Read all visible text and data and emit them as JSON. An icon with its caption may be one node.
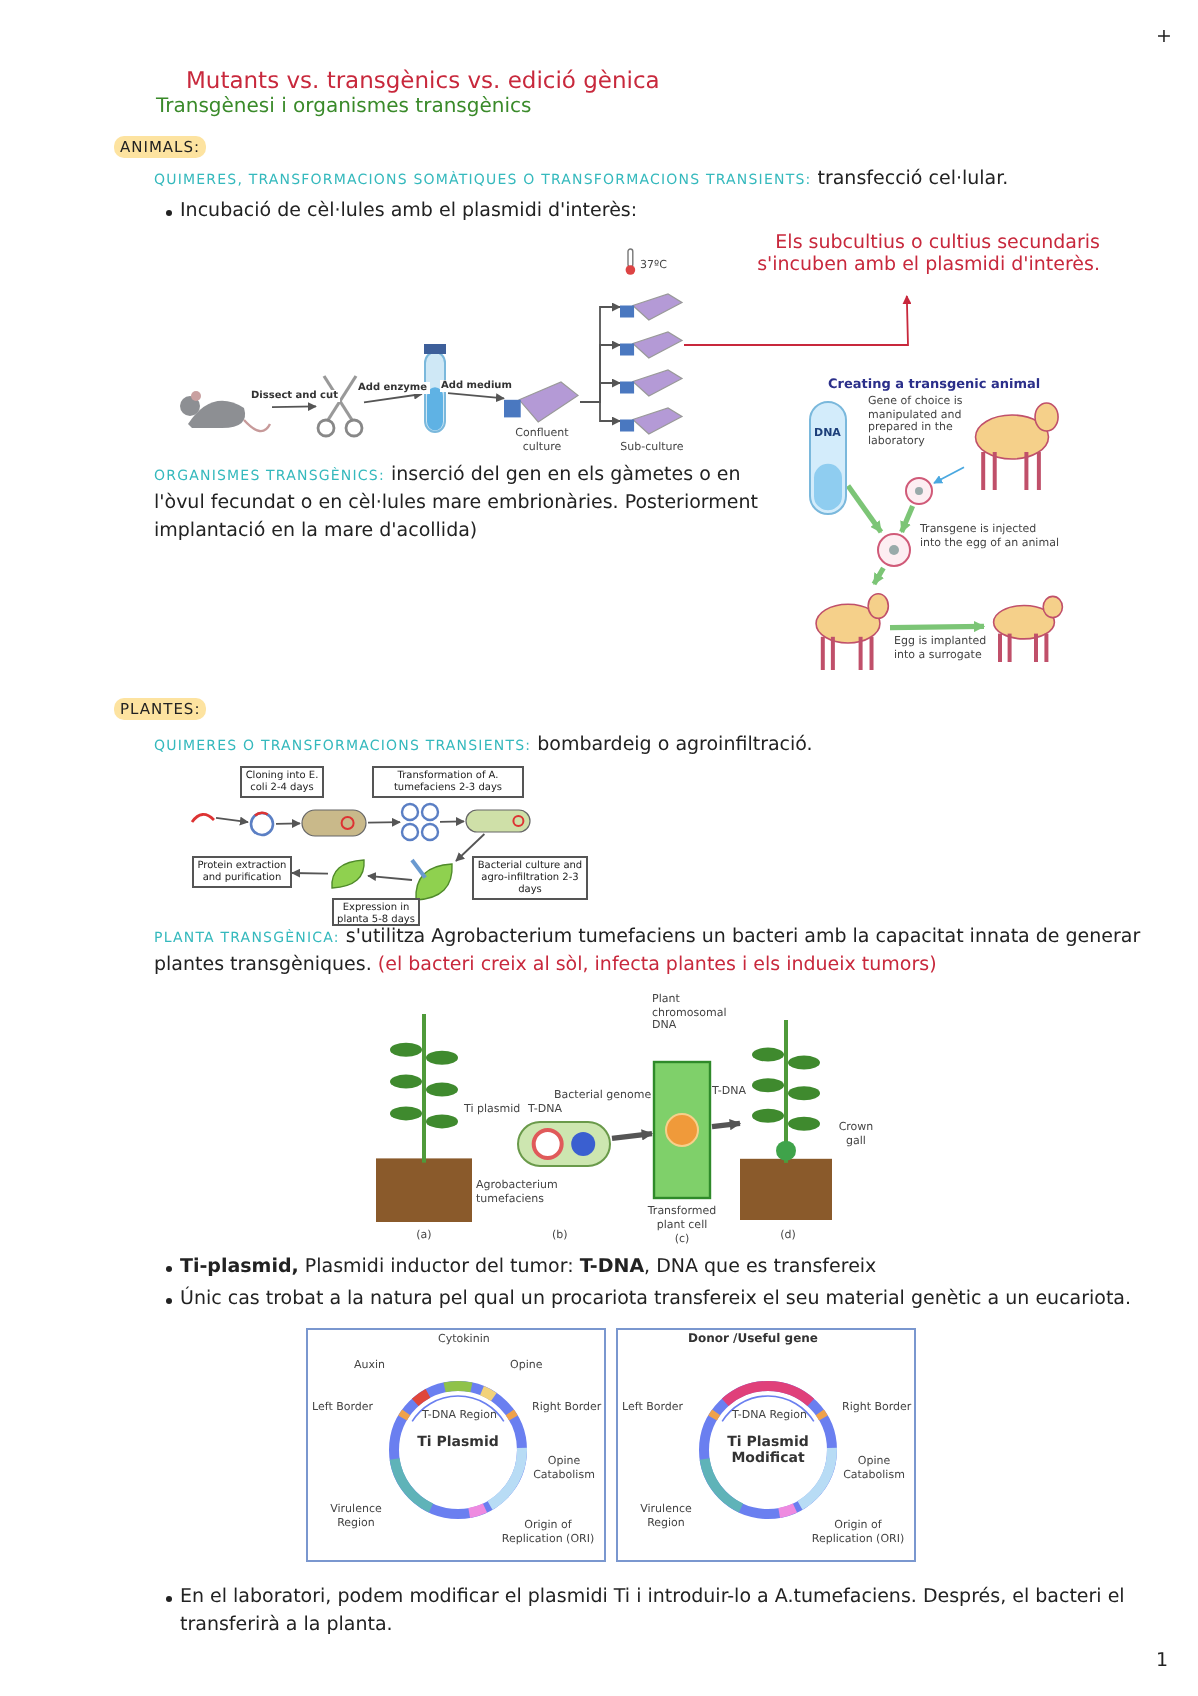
{
  "diagram": {
    "title": "Mutants vs. transgènics vs. edició gènica",
    "nodes": [
      {
        "text": [],
        "shape": "picture"
      },
      {
        "text": [],
        "shape": "picture"
      },
      {
        "text": [],
        "shape": "picture"
      },
      {
        "text": [],
        "shape": "picture",
        "beside": [
          "Confluent culture"
        ]
      },
      {
        "text": [],
        "shape": "picture"
      },
      {
        "text": [],
        "shape": "picture"
      },
      {
        "text": [],
        "shape": "picture"
      },
      {
        "text": [],
        "shape": "picture",
        "beside": [
          "Sub-culture"
        ]
      },
      {
        "text": [
          "Els subcultius o cultius secundaris s'incuben amb el plasmidi d'interès."
        ]
      },
      {
        "text": [
          "DNA"
        ]
      },
      {
        "text": [],
        "shape": "picture"
      },
      {
        "text": [],
        "shape": "picture"
      },
      {
        "text": [],
        "shape": "picture"
      },
      {
        "text": [],
        "shape": "picture"
      },
      {
        "text": [],
        "shape": "picture"
      },
      {
        "text": [],
        "shape": "picture"
      },
      {
        "text": [],
        "shape": "picture"
      },
      {
        "text": [],
        "shape": "picture"
      },
      {
        "text": [],
        "shape": "picture"
      },
      {
        "text": [],
        "shape": "picture"
      },
      {
        "text": [],
        "shape": "picture"
      },
      {
        "text": [],
        "shape": "picture"
      },
      {
        "text": [
          "Protein extraction and purification"
        ]
      },
      {
        "text": [
          "Cloning into E. coli 2-4 days"
        ]
      },
      {
        "text": [
          "Transformation of A. tumefaciens 2-3 days"
        ]
      },
      {
        "text": [
          "Bacterial culture and agro-infiltration 2-3 days"
        ]
      },
      {
        "text": [
          "Expression in planta 5-8 days"
        ]
      },
      {
        "text": [],
        "shape": "picture",
        "beside": [
          "(a)"
        ]
      },
      {
        "text": [],
        "shape": "picture"
      },
      {
        "text": [],
        "shape": "picture",
        "beside": [
          "Transformed plant cell",
          "(c)"
        ]
      },
      {
        "text": [],
        "shape": "picture",
        "beside": [
          "Crown gall",
          "(d)"
        ]
      },
      {
        "text": [
          "Ti Plasmid"
        ]
      },
      {
        "text": [
          "Ti Plasmid Modificat"
        ]
      }
    ],
    "edges": [
      {
        "from": 0,
        "to": 1,
        "arrow": "to",
        "label": "Dissect and cut"
      },
      {
        "from": 1,
        "to": 2,
        "arrow": "to",
        "label": "Add enzyme"
      },
      {
        "from": 2,
        "to": 3,
        "arrow": "to",
        "label": "Add medium"
      },
      {
        "from": 3,
        "to": 4,
        "arrow": "to"
      },
      {
        "from": 3,
        "to": 5,
        "arrow": "to"
      },
      {
        "from": 3,
        "to": 6,
        "arrow": "to"
      },
      {
        "from": 3,
        "to": 7,
        "arrow": "to"
      },
      {
        "from": 5,
        "to": 8,
        "arrow": "to",
        "color": "#c8283c"
      },
      {
        "from": 10,
        "to": 11,
        "arrow": "to",
        "color": "#4aa8e0"
      },
      {
        "from": 9,
        "to": 12,
        "arrow": "to",
        "style": "thick",
        "color": "#7cc576"
      },
      {
        "from": 11,
        "to": 12,
        "arrow": "to",
        "style": "thick",
        "color": "#7cc576"
      },
      {
        "from": 12,
        "to": 13,
        "arrow": "to",
        "style": "thick",
        "color": "#7cc576"
      },
      {
        "from": 13,
        "to": 14,
        "arrow": "to",
        "style": "thick",
        "color": "#7cc576"
      },
      {
        "from": 15,
        "to": 16,
        "arrow": "to"
      },
      {
        "from": 16,
        "to": 17,
        "arrow": "to"
      },
      {
        "from": 17,
        "to": 18,
        "arrow": "to"
      },
      {
        "from": 18,
        "to": 19,
        "arrow": "to"
      },
      {
        "from": 19,
        "to": 20,
        "arrow": "to"
      },
      {
        "from": 20,
        "to": 21,
        "arrow": "to"
      },
      {
        "from": 21,
        "to": 22,
        "arrow": "to"
      },
      {
        "from": 28,
        "to": 29,
        "arrow": "to",
        "style": "thick"
      },
      {
        "from": 29,
        "to": 30,
        "arrow": "to",
        "style": "thick"
      }
    ],
    "labels": [
      "+",
      "Transgènesi i organismes transgènics",
      "ANIMALS:",
      "QUIMERES, TRANSFORMACIONS SOMÀTIQUES O TRANSFORMACIONS TRANSIENTS:",
      "transfecció cel·lular.",
      "Incubació de cèl·lules amb el plasmidi d'interès:",
      "37ºC",
      "Creating a transgenic animal",
      "Gene of choice is manipulated and prepared in the laboratory",
      "Transgene is injected into the egg of an animal",
      "Egg is implanted into a surrogate",
      "ORGANISMES TRANSGÈNICS:",
      "inserció del gen en els gàmetes o en l'òvul fecundat o en cèl·lules mare embrionàries. Posteriorment implantació en la mare d'acollida)",
      "PLANTES:",
      "QUIMERES O TRANSFORMACIONS TRANSIENTS:",
      "bombardeig o agroinfiltració.",
      "PLANTA TRANSGÈNICA:",
      "s'utilitza Agrobacterium tumefaciens un bacteri amb la capacitat innata de generar plantes transgèniques.",
      "(el bacteri creix al sòl, infecta plantes i els indueix tumors)",
      "Plant chromosomal DNA",
      "Bacterial genome",
      "Ti plasmid",
      "T-DNA",
      "T-DNA",
      "Agrobacterium tumefaciens",
      "(b)",
      "**Ti-plasmid,** Plasmidi inductor del tumor: **T-DNA**, DNA que es transfereix",
      "Únic cas trobat a la natura pel qual un procariota transfereix el seu material genètic a un eucariota.",
      "Cytokinin",
      "Auxin",
      "Opine",
      "Left Border",
      "T-DNA Region",
      "Right Border",
      "Opine Catabolism",
      "Virulence Region",
      "Origin of Replication (ORI)",
      "Donor /Useful gene",
      "Left Border",
      "T-DNA Region",
      "Right Border",
      "Opine Catabolism",
      "Virulence Region",
      "Origin of Replication (ORI)",
      "En el laboratori, podem modificar el plasmidi Ti i introduir-lo a A.tumefaciens. Després, el bacteri el transferirà a la planta.",
      "1"
    ]
  }
}
